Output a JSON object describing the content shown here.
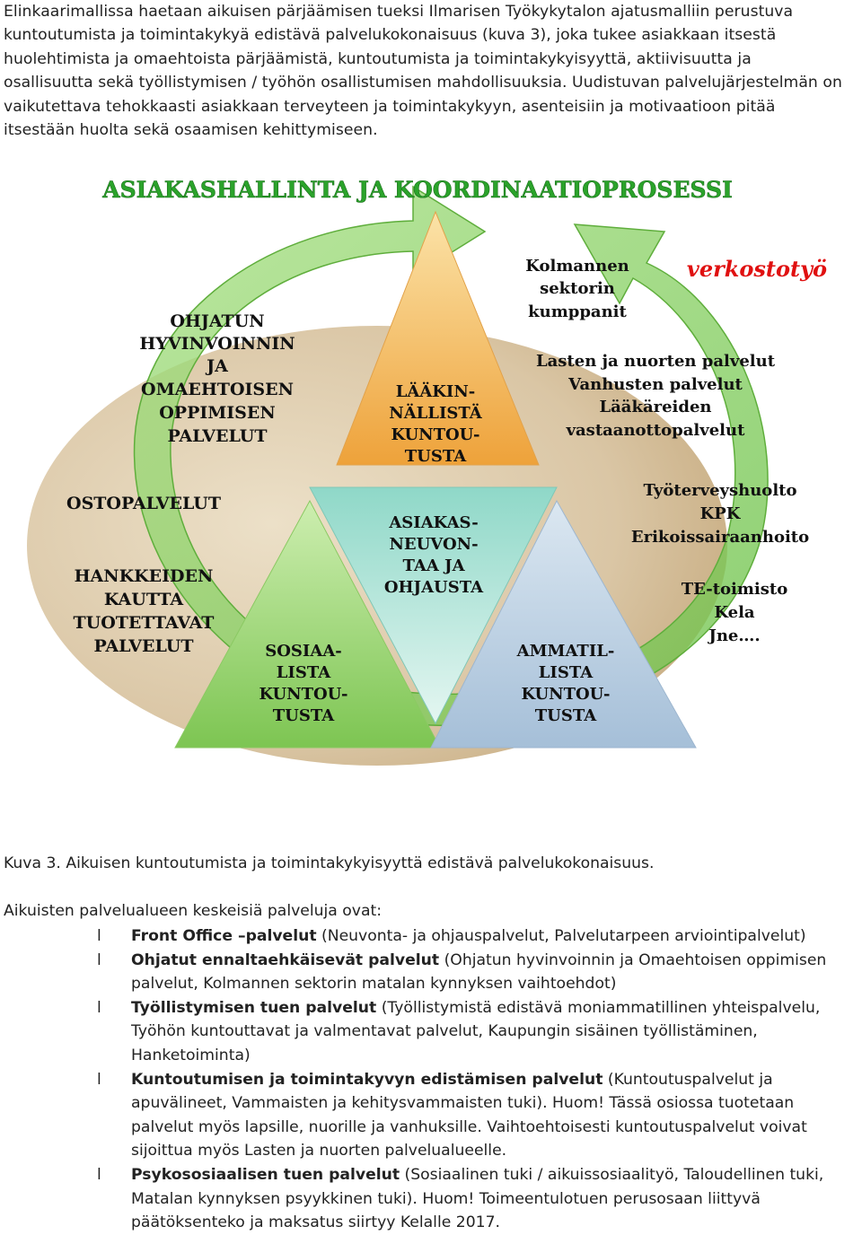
{
  "intro": {
    "lines": [
      "Elinkaarimallissa haetaan aikuisen pärjäämisen tueksi Ilmarisen Työkykytalon ajatusmalliin perustuva",
      "kuntoutumista ja toimintakykyä edistävä palvelukokonaisuus (kuva 3), joka tukee asiakkaan itsestä",
      "huolehtimista ja omaehtoista pärjäämistä, kuntoutumista ja toimintakykyisyyttä, aktiivisuutta ja",
      "osallisuutta sekä työllistymisen / työhön osallistumisen mahdollisuuksia. Uudistuvan palvelujärjestelmän on",
      "vaikutettava tehokkaasti asiakkaan terveyteen ja toimintakykyyn, asenteisiin ja motivaatioon pitää",
      "itsestään huolta sekä osaamisen kehittymiseen."
    ]
  },
  "figure": {
    "title": "ASIAKASHALLINTA JA KOORDINAATIOPROSESSI",
    "verkostotyo": "verkostotyö",
    "left_top": [
      "OHJATUN",
      "HYVINVOINNIN",
      "JA",
      "OMAEHTOISEN",
      "OPPIMISEN",
      "PALVELUT"
    ],
    "ostopalvelut": "OSTOPALVELUT",
    "hankkeiden": [
      "HANKKEIDEN",
      "KAUTTA",
      "TUOTETTAVAT",
      "PALVELUT"
    ],
    "tri_top": [
      "LÄÄKIN-",
      "NÄLLISTÄ",
      "KUNTOU-",
      "TUSTA"
    ],
    "tri_center": [
      "ASIAKAS-",
      "NEUVON-",
      "TAA JA",
      "OHJAUSTA"
    ],
    "tri_left": [
      "SOSIAA-",
      "LISTA",
      "KUNTOU-",
      "TUSTA"
    ],
    "tri_right": [
      "AMMATIL-",
      "LISTA",
      "KUNTOU-",
      "TUSTA"
    ],
    "kolmannen": [
      "Kolmannen",
      "sektorin",
      "kumppanit"
    ],
    "right_mid": [
      "Lasten ja nuorten palvelut",
      "Vanhusten palvelut",
      "Lääkäreiden",
      "vastaanottopalvelut"
    ],
    "right_low": [
      "Työterveyshuolto",
      "KPK",
      "Erikoissairaanhoito"
    ],
    "right_bottom": [
      "TE-toimisto",
      "Kela",
      "Jne…."
    ]
  },
  "caption": "Kuva 3. Aikuisen kuntoutumista ja toimintakykyisyyttä edistävä palvelukokonaisuus.",
  "list_intro": "Aikuisten palvelualueen keskeisiä palveluja ovat:",
  "bullet_char": "l",
  "services": [
    {
      "bold": "Front Office –palvelut",
      "rest": " (Neuvonta- ja ohjauspalvelut, Palvelutarpeen arviointipalvelut)"
    },
    {
      "bold": "Ohjatut ennaltaehkäisevät palvelut",
      "rest": " (Ohjatun hyvinvoinnin ja Omaehtoisen oppimisen palvelut, Kolmannen sektorin matalan kynnyksen vaihtoehdot)"
    },
    {
      "bold": "Työllistymisen tuen palvelut",
      "rest": " (Työllistymistä edistävä moniammatillinen yhteispalvelu, Työhön kuntouttavat ja valmentavat  palvelut, Kaupungin sisäinen työllistäminen, Hanketoiminta)"
    },
    {
      "bold": "Kuntoutumisen ja toimintakyvyn edistämisen palvelut",
      "rest": " (Kuntoutuspalvelut ja apuvälineet, Vammaisten ja kehitysvammaisten tuki). Huom! Tässä osiossa tuotetaan palvelut myös lapsille, nuorille ja vanhuksille. Vaihtoehtoisesti kuntoutuspalvelut voivat sijoittua myös Lasten ja nuorten palvelualueelle."
    },
    {
      "bold": "Psykososiaalisen tuen palvelut",
      "rest": " (Sosiaalinen tuki / aikuissosiaalityö, Taloudellinen tuki, Matalan kynnyksen psyykkinen tuki). Huom! Toimeentulotuen perusosaan liittyvä päätöksenteko ja maksatus siirtyy Kelalle 2017."
    }
  ],
  "colors": {
    "title_green": "#2ba32b",
    "verkostotyo_red": "#e01010",
    "oval_tan": "#d8c4a3",
    "arrow_green": "#8fd46b",
    "tri_orange": "#f2b04a",
    "tri_green": "#a6d67a",
    "tri_teal": "#b9e6dc",
    "tri_blue": "#b8cde0"
  }
}
